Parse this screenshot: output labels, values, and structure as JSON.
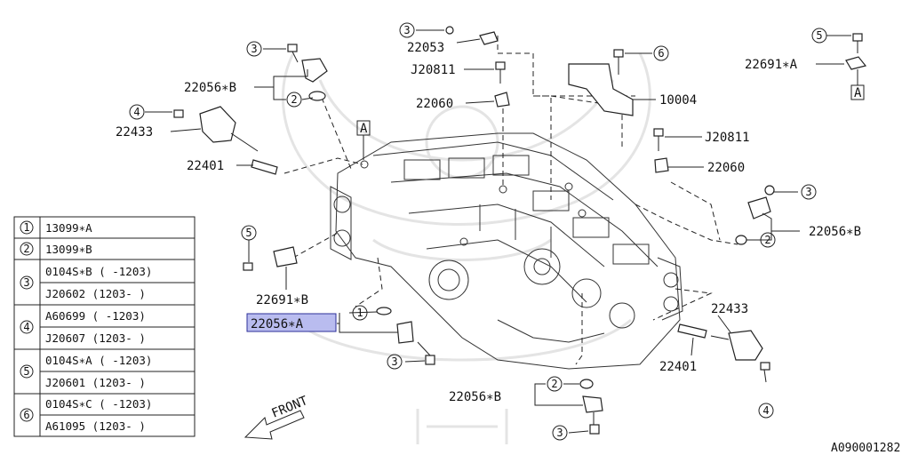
{
  "labels": {
    "l22053": "22053",
    "lJ20811a": "J20811",
    "l22060a": "22060",
    "l10004": "10004",
    "lJ20811b": "J20811",
    "l22060b": "22060",
    "l22691A": "22691∗A",
    "l22056B_tl": "22056∗B",
    "l22433_l": "22433",
    "l22401_l": "22401",
    "l22056B_r": "22056∗B",
    "l22691B": "22691∗B",
    "l22056A": "22056∗A",
    "l22433_r": "22433",
    "l22401_r": "22401",
    "l22056B_b": "22056∗B",
    "front": "FRONT",
    "ref_a1": "A",
    "ref_a2": "A",
    "code": "A090001282"
  },
  "circles": {
    "c1_table": "1",
    "c2_table": "2",
    "c3_table": "3",
    "c4_table": "4",
    "c5_table": "5",
    "c6_table": "6",
    "c3_top": "3",
    "c6_top": "6",
    "c5_topright": "5",
    "c3_tl": "3",
    "c2_tl": "2",
    "c4_tl": "4",
    "c3_r": "3",
    "c2_r": "2",
    "c5_l": "5",
    "c1_mid": "1",
    "c3_mid": "3",
    "c2_b": "2",
    "c3_b": "3",
    "c4_r": "4"
  },
  "table": {
    "r1": "13099∗A",
    "r2": "13099∗B",
    "r3a": "0104S∗B ( -1203)",
    "r3b": "J20602  (1203- )",
    "r4a": "A60699  ( -1203)",
    "r4b": "J20607  (1203- )",
    "r5a": "0104S∗A ( -1203)",
    "r5b": "J20601   (1203- )",
    "r6a": "0104S∗C ( -1203)",
    "r6b": "A61095  (1203- )"
  }
}
